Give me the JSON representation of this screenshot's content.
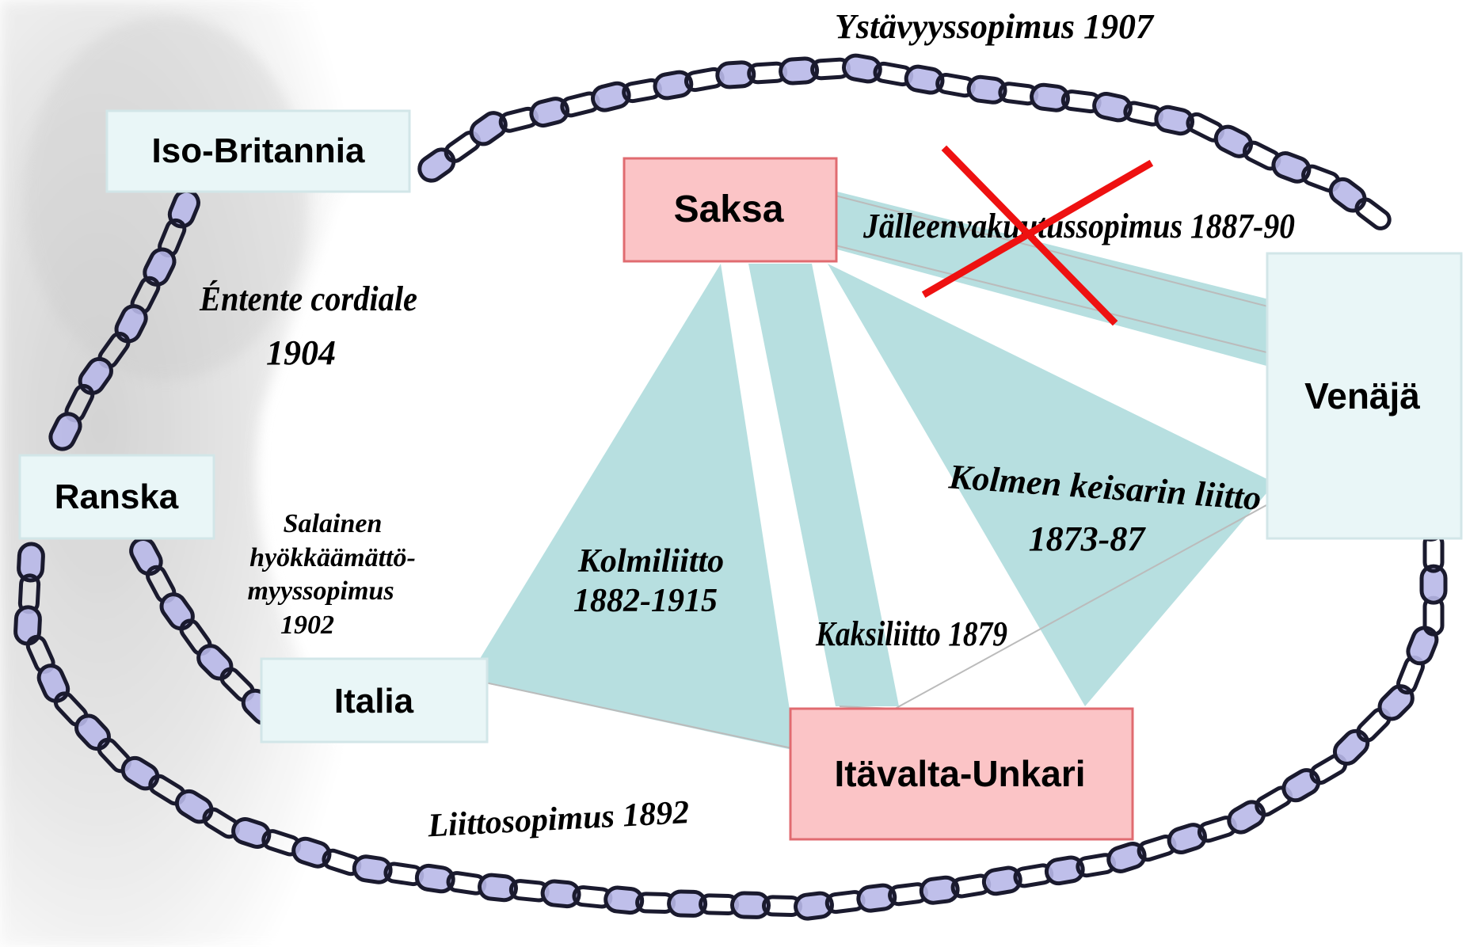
{
  "countries": {
    "uk": "Iso-Britannia",
    "france": "Ranska",
    "italy": "Italia",
    "germany": "Saksa",
    "austria": "Itävalta-Unkari",
    "russia": "Venäjä"
  },
  "treaties": {
    "friendship": "Ystävyyssopimus 1907",
    "reinsurance": "Jälleenvakuutussopimus 1887-90",
    "entente_line1": "Éntente cordiale",
    "entente_line2": "1904",
    "secret_line1": "Salainen",
    "secret_line2": "hyökkäämättö-",
    "secret_line3": "myyssopimus",
    "secret_line4": "1902",
    "triple_line1": "Kolmiliitto",
    "triple_line2": "1882-1915",
    "dual": "Kaksiliitto 1879",
    "three_emperors_line1": "Kolmen keisarin liitto",
    "three_emperors_line2": "1873-87",
    "alliance": "Liittosopimus 1892"
  },
  "colors": {
    "alliance_band": "#b7dfe0",
    "central_box": "#fbc4c6",
    "central_border": "#e06b70",
    "entente_box": "#e9f6f7",
    "chain": "#b8b8e8",
    "cancel_mark": "#ee1111"
  }
}
